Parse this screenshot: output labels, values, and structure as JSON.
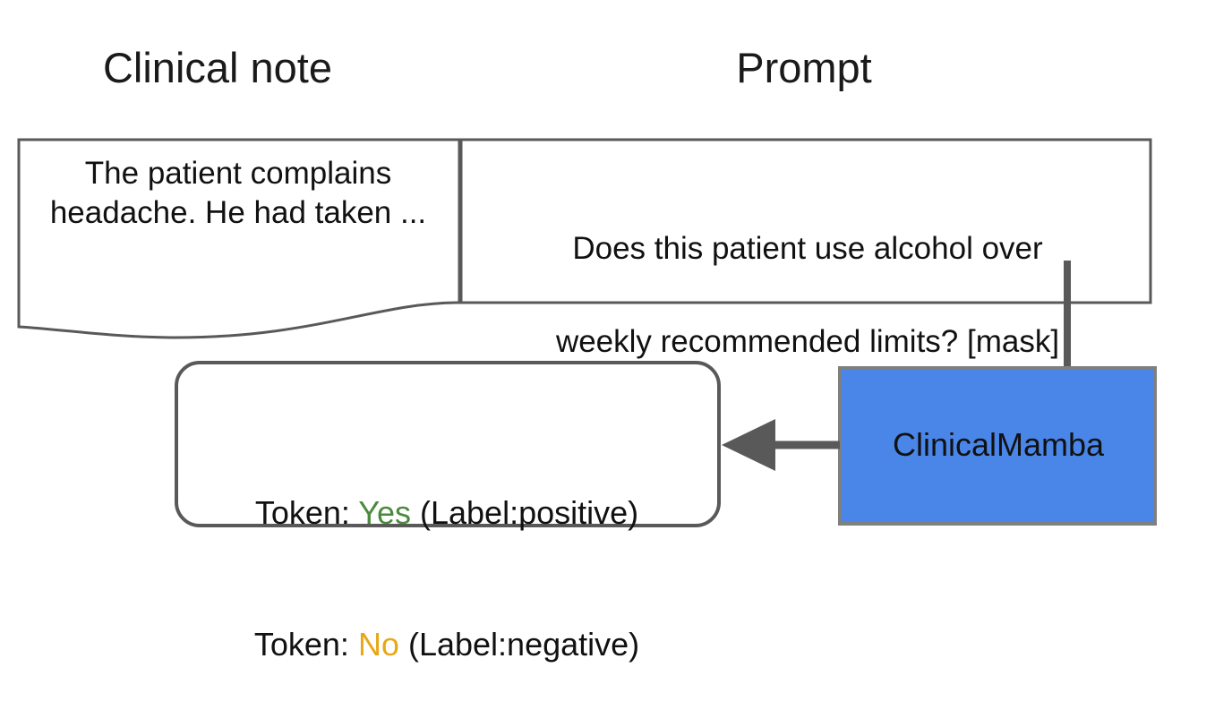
{
  "headers": {
    "clinical_note": "Clinical note",
    "prompt": "Prompt"
  },
  "clinical_note": {
    "text": "The patient complains headache. He had taken ..."
  },
  "prompt": {
    "line1": "Does this patient use alcohol over",
    "line2": "weekly recommended limits? [mask]",
    "mask_token": "[mask]"
  },
  "model": {
    "name": "ClinicalMamba"
  },
  "output": {
    "lines": [
      {
        "prefix": "Token: ",
        "token": "Yes",
        "suffix": " (Label:positive)",
        "token_color": "#4a8a3c"
      },
      {
        "prefix": "Token: ",
        "token": "No",
        "suffix": " (Label:negative)",
        "token_color": "#e8a717"
      }
    ]
  },
  "colors": {
    "model_box_fill": "#4a86e8",
    "model_box_stroke": "#7f7f7f",
    "box_stroke": "#595959",
    "connector": "#595959",
    "arrow": "#595959",
    "text": "#111111",
    "positive": "#4a8a3c",
    "negative": "#e8a717"
  },
  "connectors": {
    "mask_to_model": "vertical-line",
    "model_to_output": "left-arrow"
  }
}
